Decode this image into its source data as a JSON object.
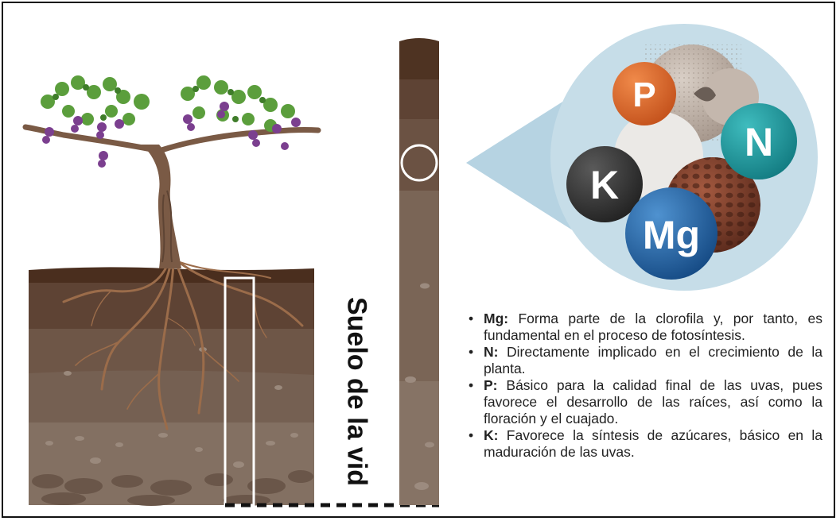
{
  "soil_label": "Suelo de la vid",
  "nutrient_symbols": [
    "P",
    "N",
    "K",
    "Mg"
  ],
  "nutrients": [
    {
      "symbol": "Mg:",
      "text": "Forma parte de la clorofila y, por tanto, es fundamental en el proceso de fotosíntesis."
    },
    {
      "symbol": "N:",
      "text": "Directamente implicado en el crecimiento de la planta."
    },
    {
      "symbol": "P:",
      "text": "Básico para la calidad final de las uvas, pues favorece el desarrollo de las raíces, así como la floración y el cuajado."
    },
    {
      "symbol": "K:",
      "text": "Favorece la síntesis de azúcares, básico en la maduración de las uvas."
    }
  ],
  "colors": {
    "mg": "#2266a8",
    "n": "#1f9aa0",
    "p": "#e06a2c",
    "k": "#3a3a3a",
    "zoom_bg": "#c6dde8",
    "soil_top": "#4e3322",
    "soil_mid": "#6b5243",
    "soil_deep": "#7d6a5c"
  }
}
